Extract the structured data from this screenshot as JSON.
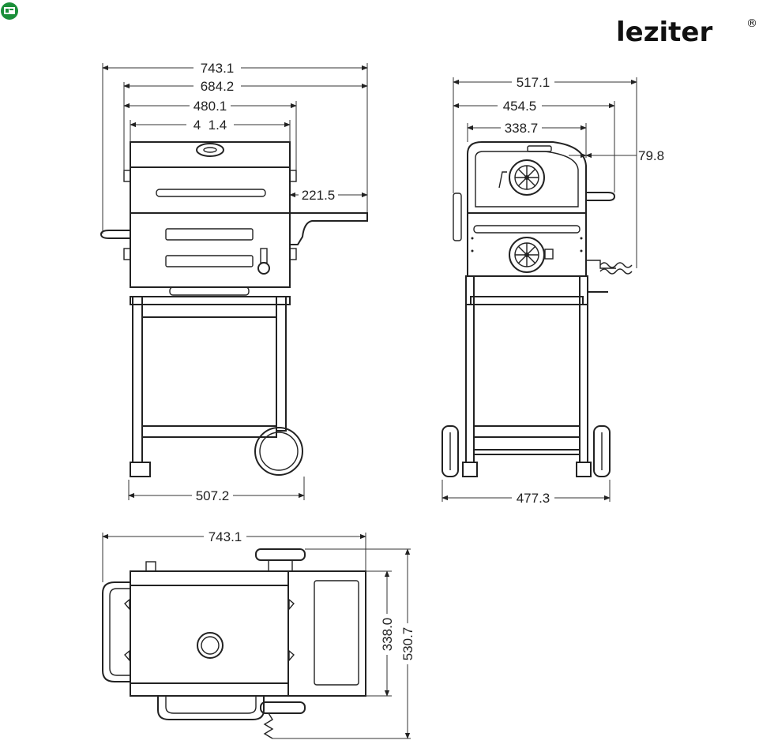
{
  "brand": {
    "name": "leziter",
    "mark": "®",
    "badge_icon": "store-badge-icon",
    "badge_color": "#1b8f3a"
  },
  "front_view": {
    "width_overall": "743.1",
    "width_shelves": "684.2",
    "width_body": "480.1",
    "width_lid": "4  1.4",
    "shelf_depth": "221.5",
    "width_base": "507.2"
  },
  "side_view": {
    "depth_overall": "517.1",
    "depth_handle": "454.5",
    "depth_lid": "338.7",
    "lid_handle": "79.8",
    "depth_base": "477.3"
  },
  "top_view": {
    "width_overall": "743.1",
    "depth_body": "338.0",
    "depth_overall": "530.7"
  }
}
